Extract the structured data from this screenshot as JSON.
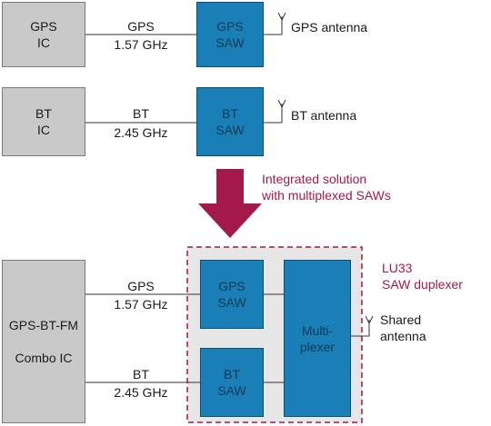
{
  "top_gps": {
    "ic_line1": "GPS",
    "ic_line2": "IC",
    "link_line1": "GPS",
    "link_line2": "1.57 GHz",
    "saw_line1": "GPS",
    "saw_line2": "SAW",
    "antenna_label": "GPS antenna"
  },
  "top_bt": {
    "ic_line1": "BT",
    "ic_line2": "IC",
    "link_line1": "BT",
    "link_line2": "2.45 GHz",
    "saw_line1": "BT",
    "saw_line2": "SAW",
    "antenna_label": "BT antenna"
  },
  "transition": {
    "line1": "Integrated solution",
    "line2": "with multiplexed SAWs"
  },
  "module": {
    "name_line1": "LU33",
    "name_line2": "SAW duplexer"
  },
  "bottom": {
    "combo_line1": "GPS-BT-FM",
    "combo_line2": "Combo IC",
    "gps_link_line1": "GPS",
    "gps_link_line2": "1.57 GHz",
    "bt_link_line1": "BT",
    "bt_link_line2": "2.45 GHz",
    "gps_saw_line1": "GPS",
    "gps_saw_line2": "SAW",
    "bt_saw_line1": "BT",
    "bt_saw_line2": "SAW",
    "mux_line1": "Multi-",
    "mux_line2": "plexer",
    "antenna_line1": "Shared",
    "antenna_line2": "antenna"
  },
  "colors": {
    "ic_fill": "#c9c9c9",
    "saw_fill": "#1a7fb6",
    "accent": "#a3194b",
    "module_fill": "#e6e6e6"
  },
  "icons": [
    "antenna-icon",
    "down-arrow-icon"
  ]
}
